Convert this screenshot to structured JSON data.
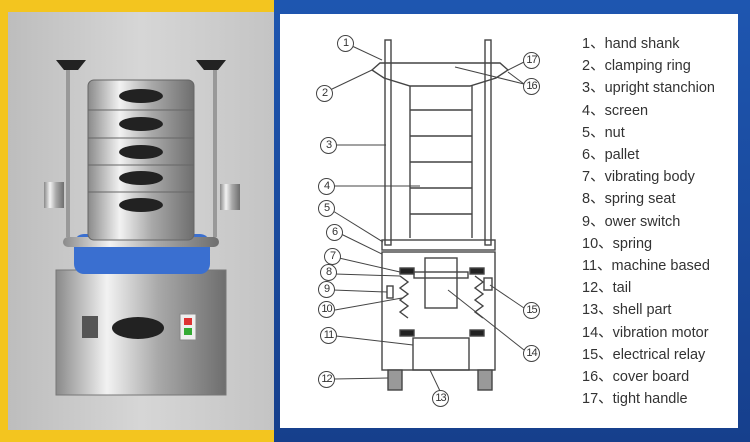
{
  "legend": [
    "1、hand shank",
    "2、clamping ring",
    "3、upright stanchion",
    "4、screen",
    "5、nut",
    "6、pallet",
    "7、vibrating body",
    "8、spring seat",
    "9、ower switch",
    "10、spring",
    "11、machine based",
    "12、tail",
    "13、shell part",
    "14、vibration motor",
    "15、electrical relay",
    "16、cover board",
    "17、tight handle"
  ],
  "callouts": [
    "1",
    "2",
    "3",
    "4",
    "5",
    "6",
    "7",
    "8",
    "9",
    "10",
    "11",
    "12",
    "13",
    "14",
    "15",
    "16",
    "17"
  ],
  "colors": {
    "left_frame": "#f3c51f",
    "right_frame": "#1e56b0",
    "sieve_band": "#3a6fd0"
  }
}
